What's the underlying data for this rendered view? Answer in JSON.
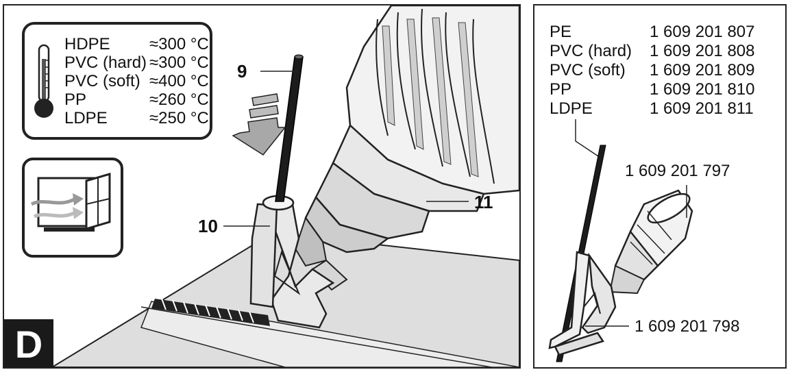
{
  "temperature_table": {
    "rows": [
      {
        "material": "HDPE",
        "temp": "≈300 °C"
      },
      {
        "material": "PVC (hard)",
        "temp": "≈300 °C"
      },
      {
        "material": "PVC (soft)",
        "temp": "≈400 °C"
      },
      {
        "material": "PP",
        "temp": "≈260 °C"
      },
      {
        "material": "LDPE",
        "temp": "≈250 °C"
      }
    ]
  },
  "callouts": {
    "rod": "9",
    "shoe": "10",
    "nozzle": "11"
  },
  "figure_letter": "D",
  "part_numbers": {
    "rows": [
      {
        "material": "PE",
        "number": "1 609 201 807"
      },
      {
        "material": "PVC (hard)",
        "number": "1 609 201 808"
      },
      {
        "material": "PVC (soft)",
        "number": "1 609 201 809"
      },
      {
        "material": "PP",
        "number": "1 609 201 810"
      },
      {
        "material": "LDPE",
        "number": "1 609 201 811"
      }
    ],
    "nozzle_number": "1 609 201 797",
    "shoe_number": "1 609 201 798"
  },
  "colors": {
    "outline": "#222222",
    "gray_light": "#e6e6e6",
    "gray_mid": "#c8c8c8",
    "gray_dark": "#9a9a9a"
  }
}
